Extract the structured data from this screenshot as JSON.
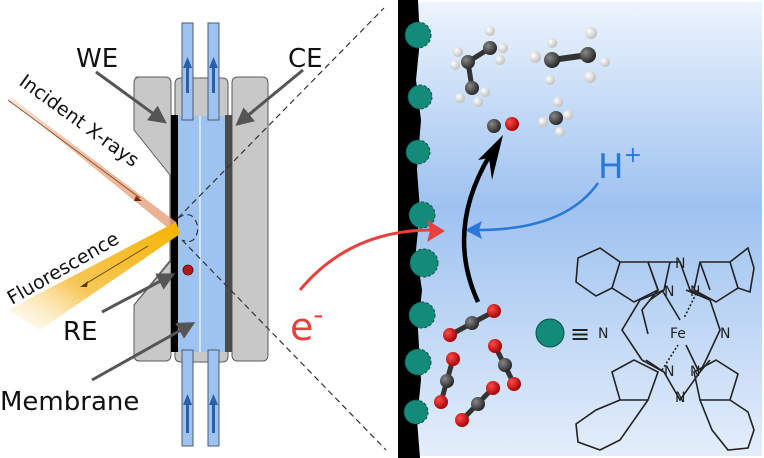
{
  "labels": {
    "we": "WE",
    "ce": "CE",
    "re": "RE",
    "membrane": "Membrane",
    "incident": "Incident X-rays",
    "fluorescence": "Fluorescence",
    "electron": "e",
    "electron_sup": "-",
    "proton": "H",
    "proton_sup": "+",
    "equiv": "≡",
    "fe": "Fe",
    "n": "N"
  },
  "colors": {
    "cell_gray": "#c8c8c8",
    "electrolyte_blue": "#9fc3f0",
    "flow_arrow": "#2a5faa",
    "we_black": "#000000",
    "ce_dark": "#4a4a4a",
    "re_dot": "#b01c1c",
    "xray": "#e8a98a",
    "fluorescence": "#f5b800",
    "catalyst": "#138a7a",
    "electron_red": "#e8413d",
    "proton_blue": "#2a78d8",
    "bg_top": "#eaf2fc",
    "bg_mid": "#9cc0ee",
    "oxygen_red": "#d4000a",
    "carbon_dark": "#3a3a3a",
    "hydrogen_white": "#f0f0f0"
  }
}
